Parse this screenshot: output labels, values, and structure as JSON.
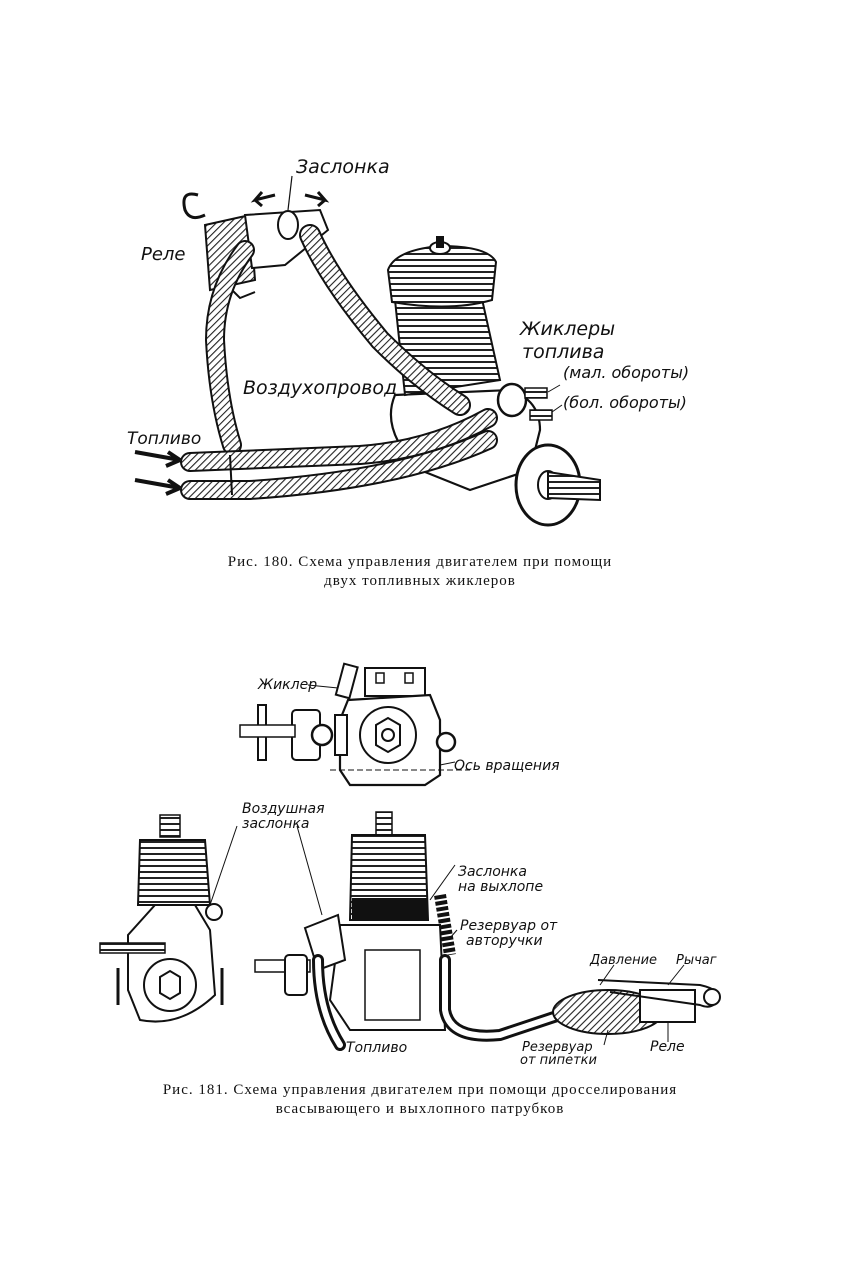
{
  "figure180": {
    "labels": {
      "zaslonka": "Заслонка",
      "rele": "Реле",
      "zhiklery_1": "Жиклеры",
      "zhiklery_2": "топлива",
      "mal": "(мал. обороты)",
      "bol": "(бол. обороты)",
      "vozduh": "Воздухопровод",
      "toplivo": "Топливо"
    },
    "caption": {
      "line1": "Рис.  180.  Схема  управления  двигателем  при  помощи",
      "line2": "двух  топливных  жиклеров"
    }
  },
  "figure181": {
    "labels": {
      "zhikler": "Жиклер",
      "os": "Ось вращения",
      "vozd_1": "Воздушная",
      "vozd_2": "заслонка",
      "zasl_1": "Заслонка",
      "zasl_2": "на выхлопе",
      "rez_1": "Резервуар от",
      "rez_2": "авторучки",
      "davlenie": "Давление",
      "rychag": "Рычаг",
      "rele": "Реле",
      "rezpip_1": "Резервуар",
      "rezpip_2": "от пипетки",
      "toplivo": "Топливо"
    },
    "caption": {
      "line1": "Рис.  181.  Схема  управления  двигателем  при  помощи  дросселирования",
      "line2": "всасывающего  и  выхлопного  патрубков"
    }
  }
}
